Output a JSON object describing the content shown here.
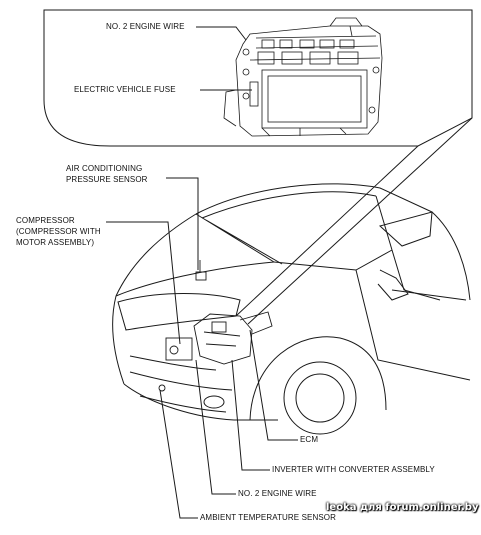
{
  "labels": {
    "no2_engine_wire_top": "NO. 2 ENGINE WIRE",
    "electric_vehicle_fuse": "ELECTRIC VEHICLE FUSE",
    "ac_pressure_sensor_line1": "AIR CONDITIONING",
    "ac_pressure_sensor_line2": "PRESSURE SENSOR",
    "compressor_line1": "COMPRESSOR",
    "compressor_line2": "(COMPRESSOR WITH",
    "compressor_line3": "MOTOR ASSEMBLY)",
    "ecm": "ECM",
    "inverter": "INVERTER WITH CONVERTER ASSEMBLY",
    "no2_engine_wire_bottom": "NO. 2 ENGINE WIRE",
    "ambient_temp_sensor": "AMBIENT TEMPERATURE SENSOR"
  },
  "watermark": "leoka для forum.onliner.by",
  "colors": {
    "line": "#1a1a1a",
    "background": "#ffffff"
  }
}
